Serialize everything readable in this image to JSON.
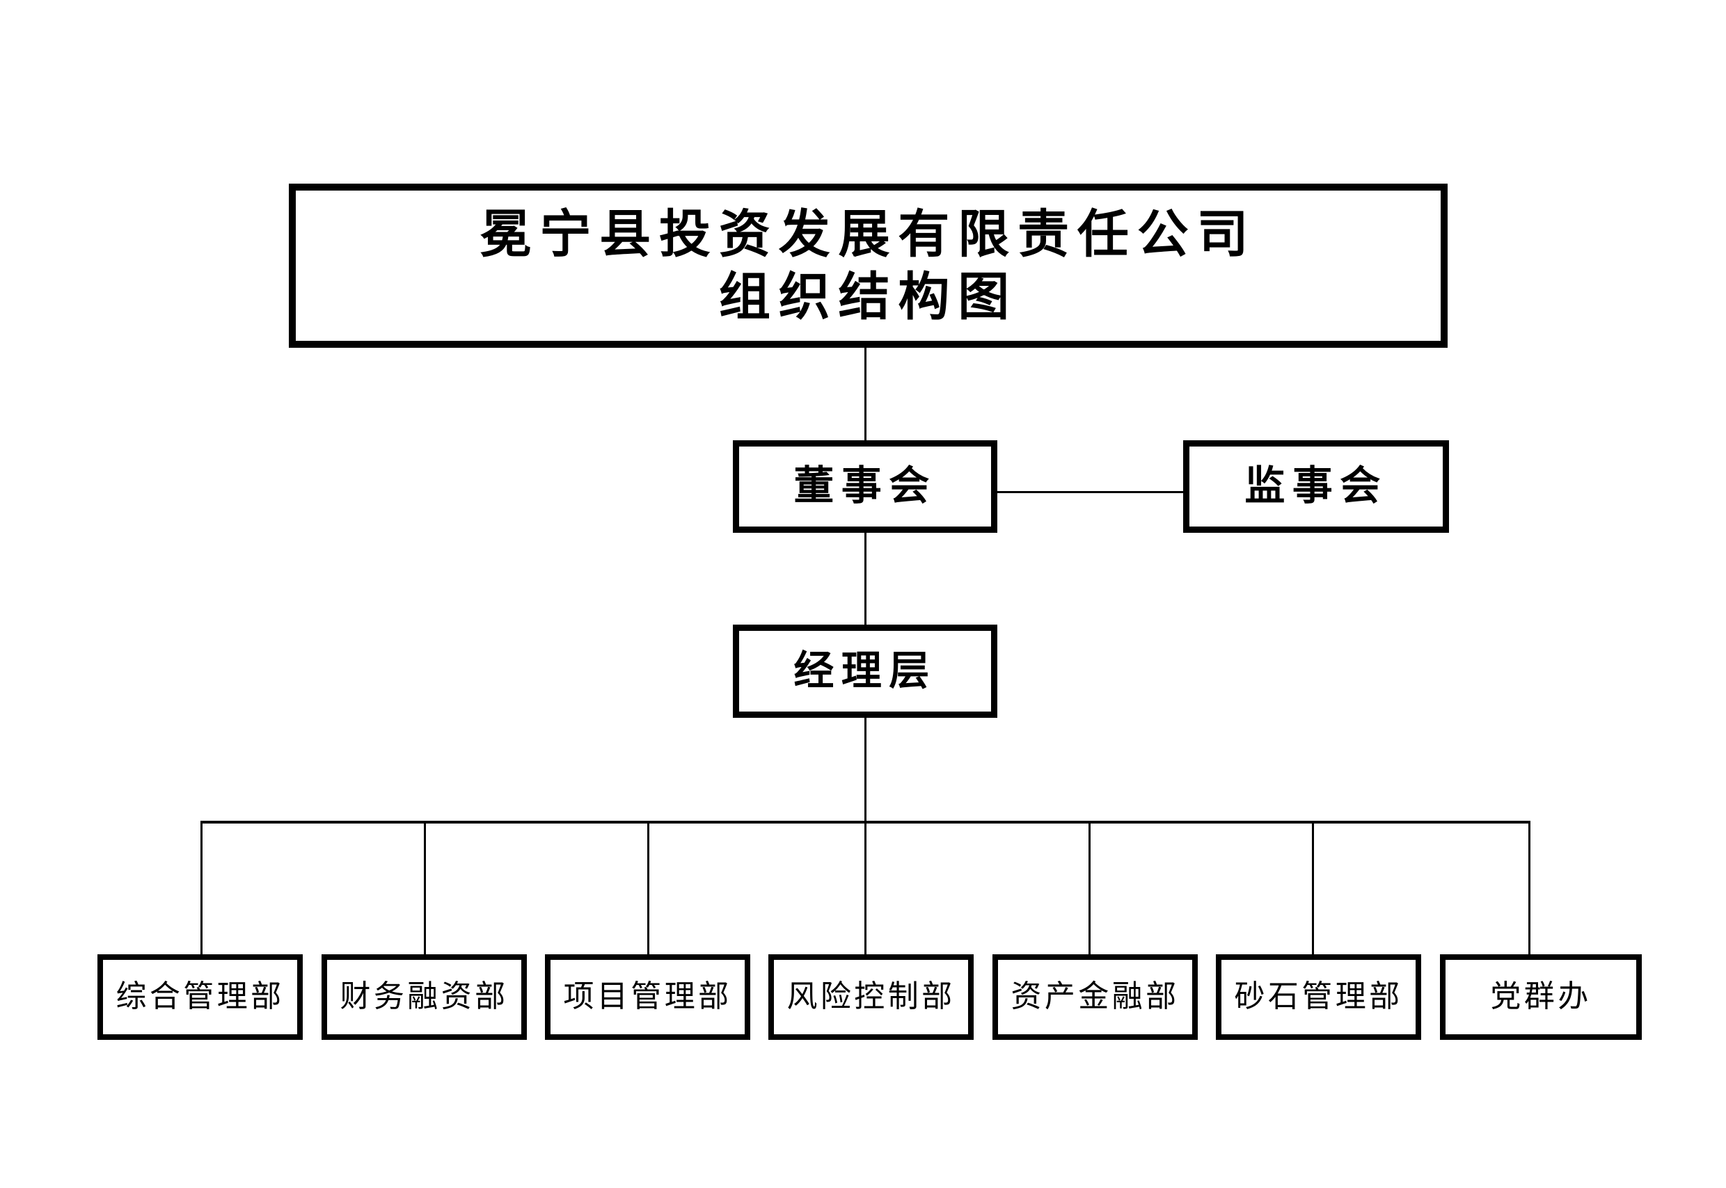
{
  "chart_data": {
    "type": "diagram",
    "diagram_kind": "organization-chart",
    "title": "冕宁县投资发展有限责任公司\n组织结构图",
    "orientation": "top-down",
    "levels": [
      {
        "level": 1,
        "nodes": [
          "冕宁县投资发展有限责任公司 组织结构图"
        ]
      },
      {
        "level": 2,
        "nodes": [
          "董事会",
          "监事会"
        ]
      },
      {
        "level": 3,
        "nodes": [
          "经理层"
        ]
      },
      {
        "level": 4,
        "nodes": [
          "综合管理部",
          "财务融资部",
          "项目管理部",
          "风险控制部",
          "资产金融部",
          "砂石管理部",
          "党群办"
        ]
      }
    ],
    "edges": [
      {
        "from": "冕宁县投资发展有限责任公司 组织结构图",
        "to": "董事会",
        "style": "vertical"
      },
      {
        "from": "董事会",
        "to": "监事会",
        "style": "horizontal-peer"
      },
      {
        "from": "董事会",
        "to": "经理层",
        "style": "vertical"
      },
      {
        "from": "经理层",
        "to": "综合管理部",
        "style": "bus"
      },
      {
        "from": "经理层",
        "to": "财务融资部",
        "style": "bus"
      },
      {
        "from": "经理层",
        "to": "项目管理部",
        "style": "bus"
      },
      {
        "from": "经理层",
        "to": "风险控制部",
        "style": "bus"
      },
      {
        "from": "经理层",
        "to": "资产金融部",
        "style": "bus"
      },
      {
        "from": "经理层",
        "to": "砂石管理部",
        "style": "bus"
      },
      {
        "from": "经理层",
        "to": "党群办",
        "style": "bus"
      }
    ],
    "colors": {
      "background": "#ffffff",
      "box_border": "#000000",
      "text": "#000000",
      "connector": "#000000"
    }
  },
  "chart": {
    "title": {
      "line1": "冕宁县投资发展有限责任公司",
      "line2": "组织结构图",
      "full": "冕宁县投资发展有限责任公司\n组织结构图"
    },
    "board": {
      "label": "董事会"
    },
    "supervisors": {
      "label": "监事会"
    },
    "management": {
      "label": "经理层"
    },
    "departments": [
      {
        "label": "综合管理部"
      },
      {
        "label": "财务融资部"
      },
      {
        "label": "项目管理部"
      },
      {
        "label": "风险控制部"
      },
      {
        "label": "资产金融部"
      },
      {
        "label": "砂石管理部"
      },
      {
        "label": "党群办"
      }
    ]
  }
}
